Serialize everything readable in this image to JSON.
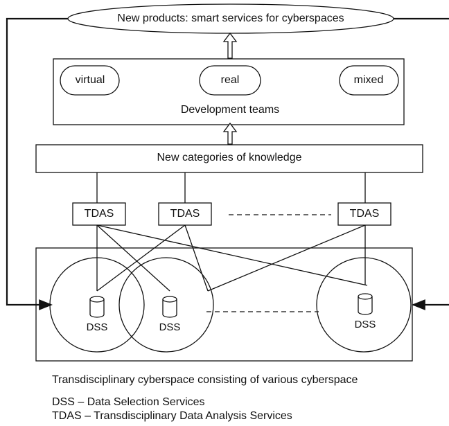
{
  "top_product": "New products: smart services for cyberspaces",
  "team_types": [
    "virtual",
    "real",
    "mixed"
  ],
  "development_teams": "Development teams",
  "knowledge": "New categories of knowledge",
  "tdas_label": "TDAS",
  "dss_label": "DSS",
  "caption": "Transdisciplinary cyberspace consisting of various cyberspace",
  "legend": {
    "dss": "DSS – Data Selection Services",
    "tdas": "TDAS – Transdisciplinary Data Analysis Services"
  }
}
